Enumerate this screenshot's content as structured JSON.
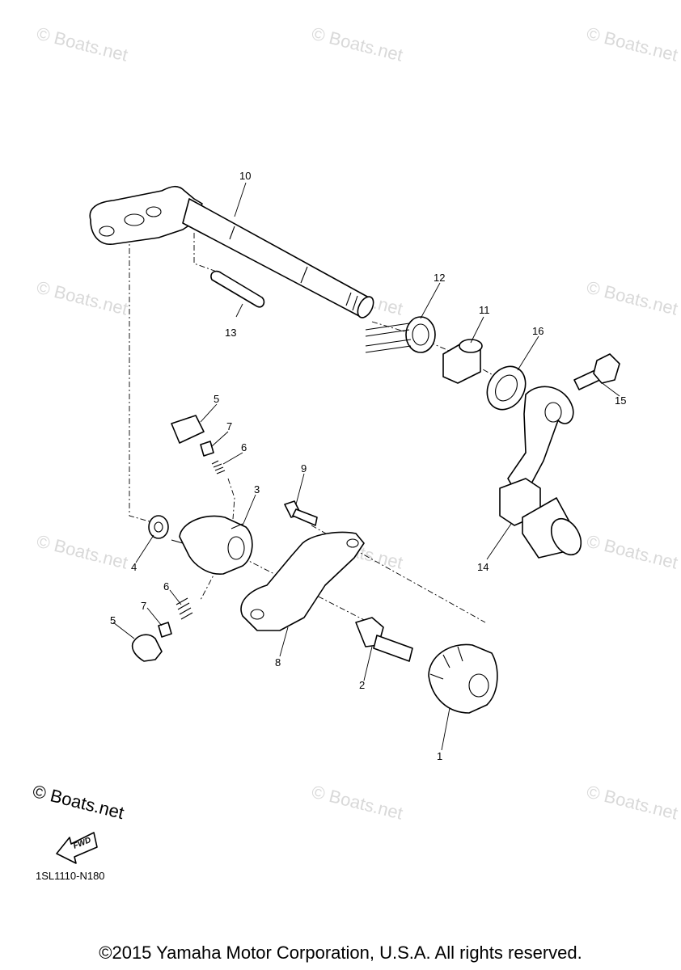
{
  "diagram_id": "1SL1110-N180",
  "copyright": "©2015 Yamaha Motor Corporation, U.S.A. All rights reserved.",
  "watermark": "© Boats.net",
  "fwd_label": "FWD",
  "callouts": {
    "c1": "1",
    "c2": "2",
    "c3": "3",
    "c4": "4",
    "c5a": "5",
    "c5b": "5",
    "c6a": "6",
    "c6b": "6",
    "c7a": "7",
    "c7b": "7",
    "c8": "8",
    "c9": "9",
    "c10": "10",
    "c11": "11",
    "c12": "12",
    "c13": "13",
    "c14": "14",
    "c15": "15",
    "c16": "16"
  }
}
